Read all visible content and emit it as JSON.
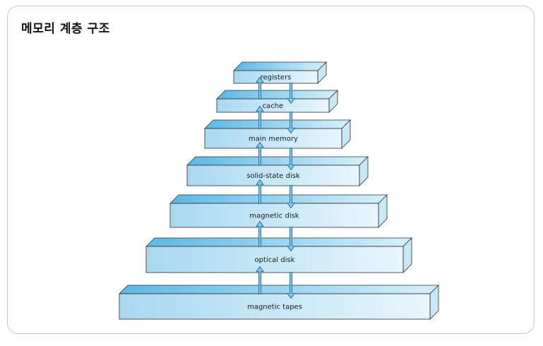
{
  "title": "메모리 계층 구조",
  "levels": [
    "registers",
    "cache",
    "main memory",
    "solid-state disk",
    "magnetic disk",
    "optical disk",
    "magnetic tapes"
  ],
  "colors": {
    "front_dark": "#a8d8f0",
    "front_light": "#e8f6fd",
    "top_dark": "#5ab8e6",
    "top_light": "#d6f0fb",
    "side": "#c7e8f7",
    "stroke": "#2d2d2d",
    "arrow_fill": "#7fc8ea",
    "arrow_stroke": "#1e5f88"
  }
}
